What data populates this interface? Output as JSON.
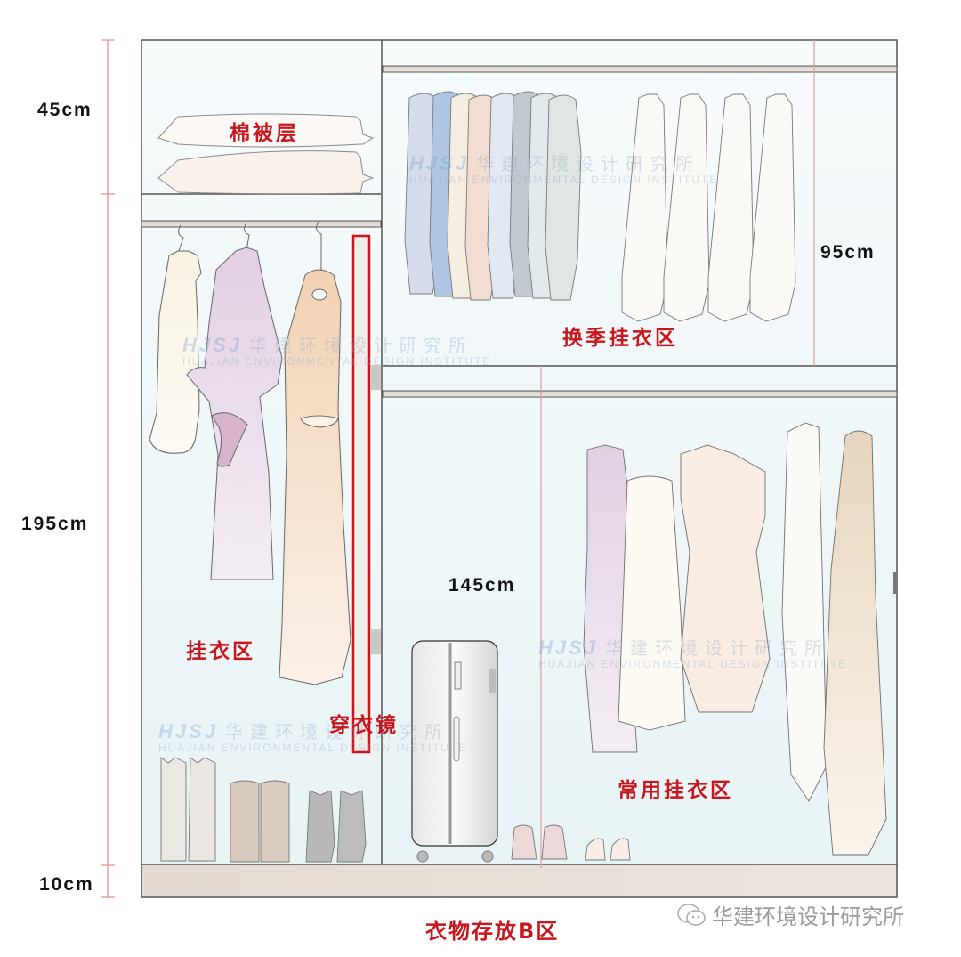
{
  "diagram": {
    "title": "衣物存放B区",
    "dimensions": {
      "top_quilt_height": "45cm",
      "hanging_height": "195cm",
      "base_height": "10cm",
      "season_hanging_height": "95cm",
      "frequent_hanging_height": "145cm"
    },
    "zones": {
      "quilt": "棉被层",
      "season_hanging": "换季挂衣区",
      "hanging": "挂衣区",
      "mirror": "穿衣镜",
      "frequent_hanging": "常用挂衣区"
    },
    "watermark": {
      "logo": "HJSJ",
      "cn": "华建环境设计研究所",
      "en": "HUAJIAN ENVIRONMENTAL DESIGN INSTITUTE"
    },
    "credit": {
      "icon": "wechat-icon",
      "text": "华建环境设计研究所"
    },
    "colors": {
      "label_red": "#c8161d",
      "dimension_line": "#e58a8a",
      "cabinet_fill": "#eef6f8",
      "plinth": "#e6ddd4",
      "outline": "#555555"
    }
  }
}
